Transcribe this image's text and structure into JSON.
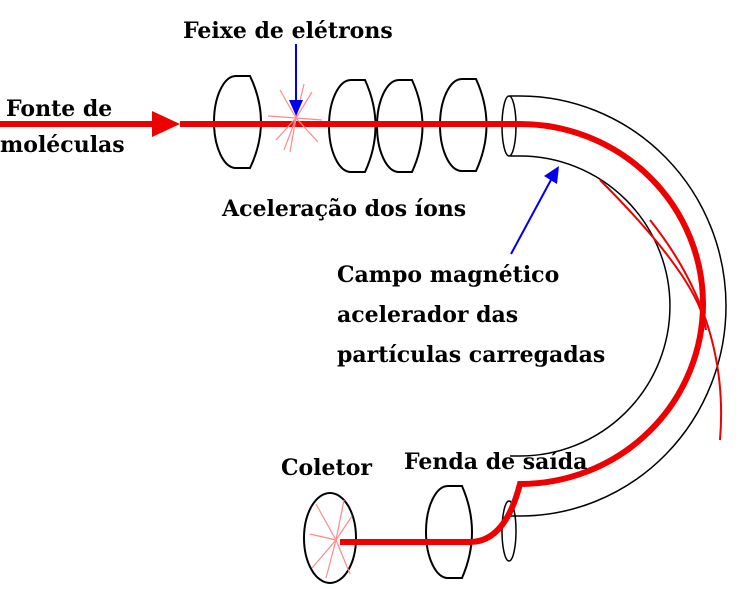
{
  "labels": {
    "electron_beam": "Feixe de elétrons",
    "molecule_source_line1": "Fonte de",
    "molecule_source_line2": "moléculas",
    "ion_acceleration": "Aceleração dos íons",
    "magnetic_field_line1": "Campo magnético",
    "magnetic_field_line2": "acelerador das",
    "magnetic_field_line3": "partículas carregadas",
    "collector": "Coletor",
    "exit_slit": "Fenda de saída"
  },
  "colors": {
    "beam": "#ee0000",
    "beam_spray": "#ff8a8a",
    "electron_arrow": "#0000ee",
    "field_arrow": "#0000ee",
    "outline": "#000000"
  }
}
